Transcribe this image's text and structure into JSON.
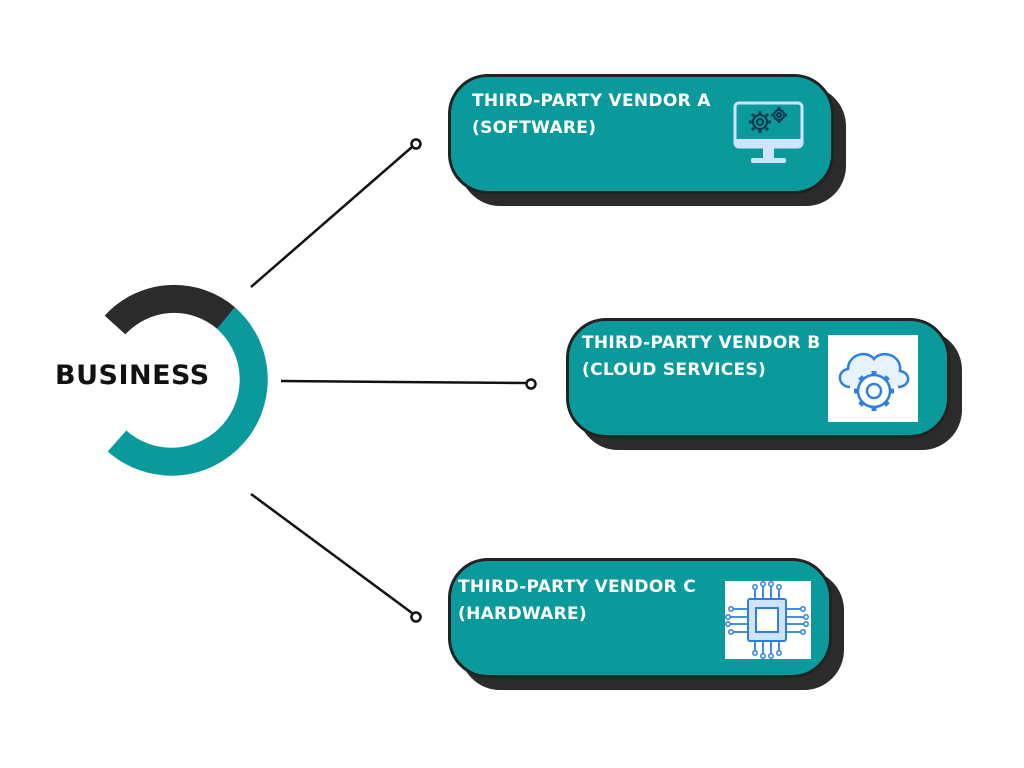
{
  "center": {
    "label": "BUSINESS"
  },
  "vendors": [
    {
      "line1": "THIRD-PARTY VENDOR A",
      "line2": "(SOFTWARE)",
      "icon": "monitor-gears-icon"
    },
    {
      "line1": "THIRD-PARTY VENDOR B",
      "line2": "(CLOUD SERVICES)",
      "icon": "cloud-gear-icon"
    },
    {
      "line1": "THIRD-PARTY VENDOR C",
      "line2": "(HARDWARE)",
      "icon": "chip-icon"
    }
  ],
  "colors": {
    "teal": "#0a9a9c",
    "dark": "#2b2b2b",
    "outline": "#222222",
    "icon_blue": "#2f7fe0",
    "icon_light": "#cfe4fb"
  }
}
